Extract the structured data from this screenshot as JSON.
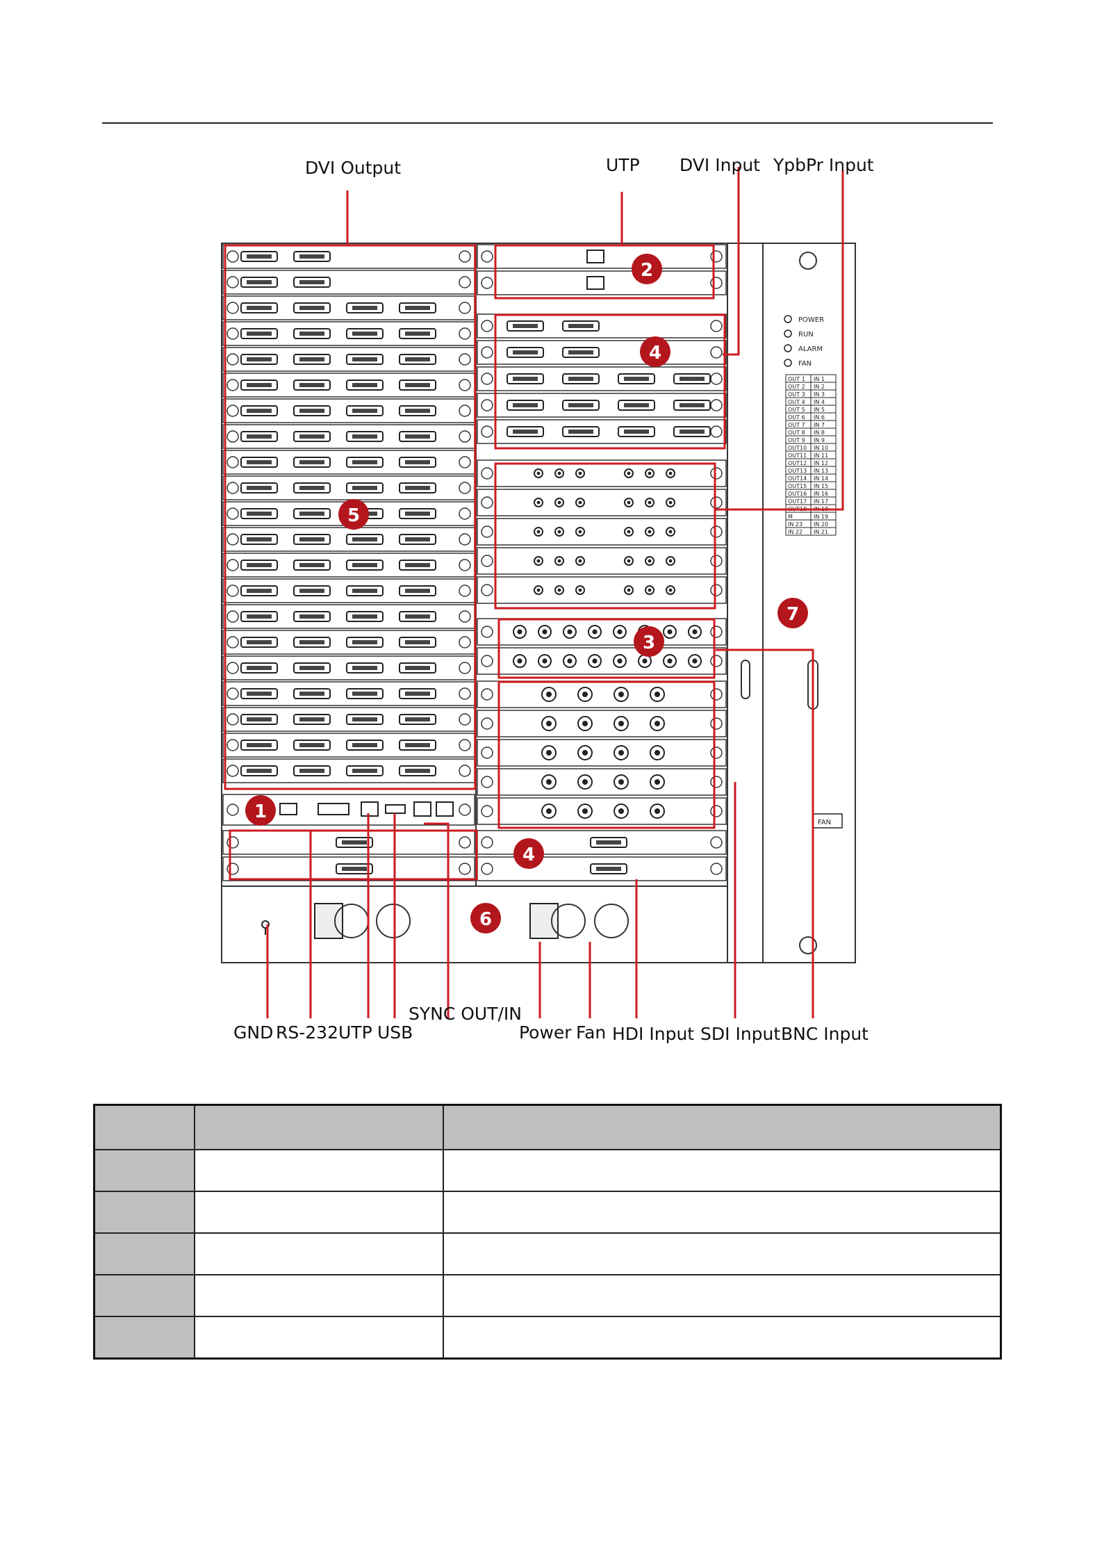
{
  "callouts": {
    "top": [
      "DVI Output",
      "UTP",
      "DVI Input",
      "YpbPr Input"
    ],
    "bottom": [
      "GND",
      "RS-232",
      "UTP",
      "USB",
      "SYNC OUT/IN",
      "Power",
      "Fan",
      "HDI Input",
      "SDI Input",
      "BNC Input"
    ]
  },
  "badges": [
    "1",
    "2",
    "3",
    "4",
    "4",
    "5",
    "6",
    "7"
  ],
  "indicators": [
    "POWER",
    "RUN",
    "ALARM",
    "FAN"
  ],
  "label_strip": [
    [
      "OUT 1",
      "IN 1"
    ],
    [
      "OUT 2",
      "IN 2"
    ],
    [
      "OUT 3",
      "IN 3"
    ],
    [
      "OUT 4",
      "IN 4"
    ],
    [
      "OUT 5",
      "IN 5"
    ],
    [
      "OUT 6",
      "IN 6"
    ],
    [
      "OUT 7",
      "IN 7"
    ],
    [
      "OUT 8",
      "IN 8"
    ],
    [
      "OUT 9",
      "IN 9"
    ],
    [
      "OUT10",
      "IN 10"
    ],
    [
      "OUT11",
      "IN 11"
    ],
    [
      "OUT12",
      "IN 12"
    ],
    [
      "OUT13",
      "IN 13"
    ],
    [
      "OUT14",
      "IN 14"
    ],
    [
      "OUT15",
      "IN 15"
    ],
    [
      "OUT16",
      "IN 16"
    ],
    [
      "OUT17",
      "IN 17"
    ],
    [
      "OUT18",
      "IN 18"
    ],
    [
      "M",
      "IN 19"
    ],
    [
      "IN 23",
      "IN 20"
    ],
    [
      "IN 22",
      "IN 21"
    ]
  ],
  "fan_label": "FAN",
  "table": {
    "rows": [
      [
        "",
        "",
        ""
      ],
      [
        "",
        "",
        ""
      ],
      [
        "",
        "",
        ""
      ],
      [
        "",
        "",
        ""
      ],
      [
        "",
        "",
        ""
      ]
    ],
    "header": [
      "",
      "",
      ""
    ]
  }
}
